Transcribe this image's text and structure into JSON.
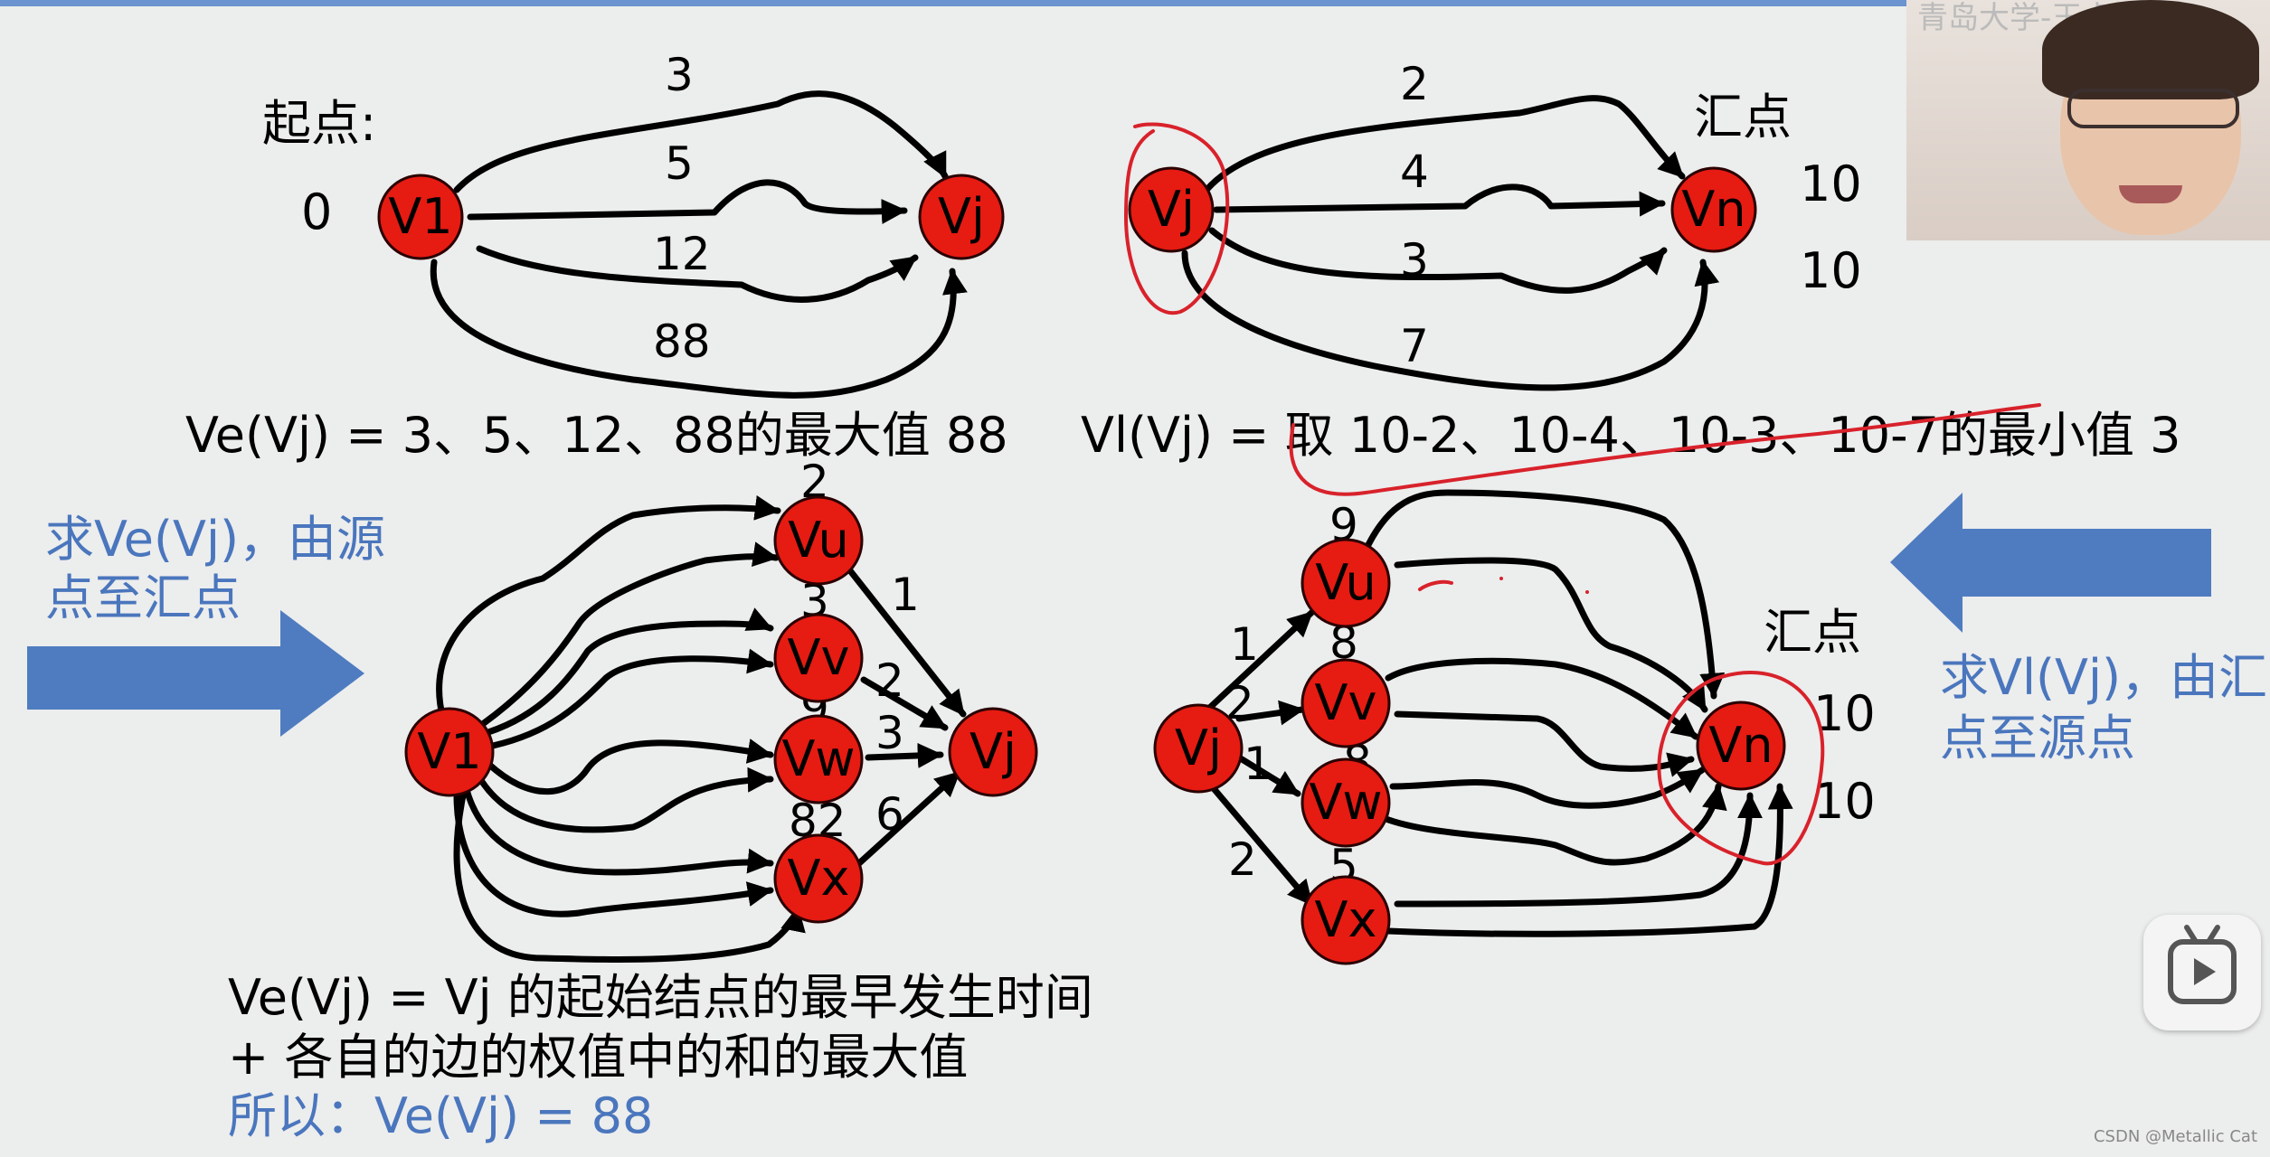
{
  "top_left": {
    "origin_label": "起点:",
    "origin_value": "0",
    "nodes": {
      "v1": "V1",
      "vj": "Vj"
    },
    "weights": [
      "3",
      "5",
      "12",
      "88"
    ],
    "formula": "Ve(Vj) = 3、5、12、88的最大值 88"
  },
  "top_right": {
    "sink_label": "汇点",
    "sink_values": [
      "10",
      "10"
    ],
    "nodes": {
      "vj": "Vj",
      "vn": "Vn"
    },
    "weights": [
      "2",
      "4",
      "3",
      "7"
    ],
    "formula": "Vl(Vj) = 取 10-2、10-4、10-3、10-7的最小值 3"
  },
  "bottom_left": {
    "side_note": [
      "求Ve(Vj)，由源",
      "点至汇点"
    ],
    "nodes": {
      "v1": "V1",
      "vu": "Vu",
      "vv": "Vv",
      "vw": "Vw",
      "vx": "Vx",
      "vj": "Vj"
    },
    "weights_in": [
      "2",
      "3",
      "9",
      "82"
    ],
    "weights_out": [
      "1",
      "2",
      "3",
      "6"
    ],
    "formula_lines": [
      "Ve(Vj) = Vj 的起始结点的最早发生时间",
      "+ 各自的边的权值中的和的最大值"
    ],
    "conclusion": "所以：Ve(Vj) = 88"
  },
  "bottom_right": {
    "side_note": [
      "求Vl(Vj)，由汇",
      "点至源点"
    ],
    "sink_label": "汇点",
    "sink_values": [
      "10",
      "10"
    ],
    "nodes": {
      "vj": "Vj",
      "vu": "Vu",
      "vv": "Vv",
      "vw": "Vw",
      "vx": "Vx",
      "vn": "Vn"
    },
    "weights_in": [
      "1",
      "2",
      "1",
      "2"
    ],
    "weights_node": [
      "9",
      "8",
      "8",
      "5"
    ]
  },
  "overlay": {
    "webcam_caption": "青岛大学-王卓",
    "watermark": "CSDN @Metallic Cat"
  },
  "colors": {
    "node_fill": "#e61b12",
    "blue_text": "#4a76bd",
    "blue_arrow": "#4f7cc0",
    "annotation_red": "#d8222b"
  }
}
